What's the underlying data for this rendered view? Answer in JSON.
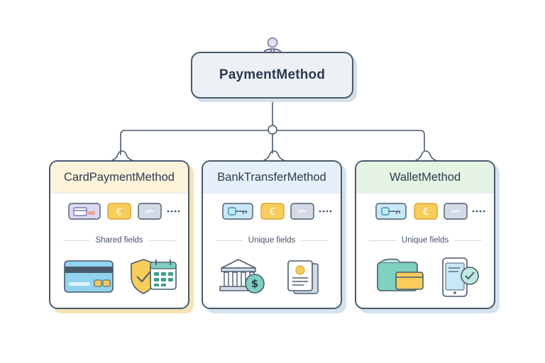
{
  "diagram": {
    "root": {
      "title": "PaymentMethod",
      "icon": "user-icon"
    },
    "children": [
      {
        "title": "CardPaymentMethod",
        "header_color": "#fdf3db",
        "shadow_color": "#f6e3b3",
        "section_label": "Shared fields",
        "chips": [
          "card-chip-icon",
          "euro-chip-icon",
          "tag-chip-icon",
          "more-dots-icon"
        ],
        "icons": [
          "credit-card-icon",
          "shield-check-icon",
          "calendar-icon"
        ]
      },
      {
        "title": "BankTransferMethod",
        "header_color": "#e6f0fa",
        "shadow_color": "#d5e2ef",
        "section_label": "Unique fields",
        "chips": [
          "key-chip-icon",
          "euro-chip-icon",
          "tag-chip-icon",
          "more-dots-icon"
        ],
        "icons": [
          "bank-icon",
          "invoice-document-icon"
        ]
      },
      {
        "title": "WalletMethod",
        "header_color": "#e6f4e4",
        "shadow_color": "#d5e2ef",
        "section_label": "Unique fields",
        "chips": [
          "key-chip-icon",
          "euro-chip-icon",
          "tag-chip-icon",
          "more-dots-icon"
        ],
        "icons": [
          "wallet-icon",
          "mobile-phone-check-icon"
        ]
      }
    ],
    "euro_symbol": "€"
  }
}
